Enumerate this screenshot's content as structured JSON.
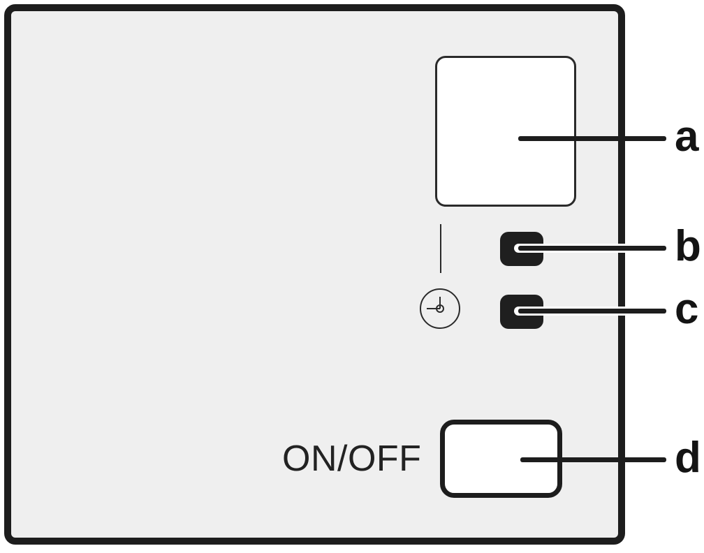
{
  "diagram": {
    "title": "Control panel callout diagram",
    "device": {
      "body_color": "#efefef",
      "border_color": "#1d1d1d"
    },
    "controls": {
      "display_panel": {
        "name": "display screen",
        "fill": "#ffffff"
      },
      "key_b": {
        "name": "dark control key upper",
        "fill": "#1f1f1f"
      },
      "key_c": {
        "name": "dark control key lower",
        "fill": "#1f1f1f"
      },
      "onoff": {
        "label": "ON/OFF",
        "button_name": "power button",
        "fill": "#ffffff"
      }
    },
    "symbols": {
      "constant_bar": "vertical-bar-symbol",
      "timer_clock": "clock-symbol"
    },
    "callouts": [
      {
        "letter": "a",
        "target": "display-panel"
      },
      {
        "letter": "b",
        "target": "dark-key-upper"
      },
      {
        "letter": "c",
        "target": "dark-key-lower"
      },
      {
        "letter": "d",
        "target": "onoff-button"
      }
    ]
  }
}
